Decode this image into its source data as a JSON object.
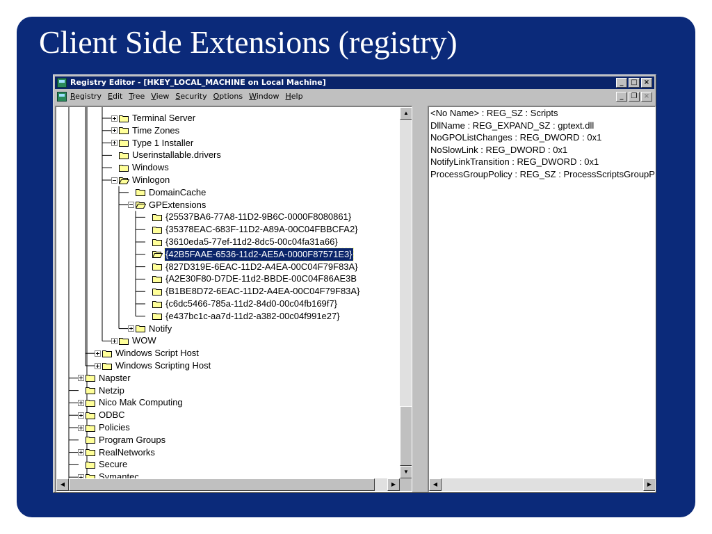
{
  "slide": {
    "title": "Client Side Extensions (registry)",
    "bg_color": "#0b2a7a"
  },
  "window": {
    "title": "Registry Editor - [HKEY_LOCAL_MACHINE on Local Machine]",
    "titlebar_color": "#0a246a",
    "app_icon": "registry-editor-icon",
    "caption_buttons": {
      "minimize": "_",
      "maximize": "□",
      "close": "×"
    },
    "child_caption_buttons": {
      "minimize": "_",
      "restore": "❐",
      "close": "×"
    }
  },
  "menu": {
    "items": [
      {
        "u": "R",
        "rest": "egistry"
      },
      {
        "u": "E",
        "rest": "dit"
      },
      {
        "u": "T",
        "rest": "ree"
      },
      {
        "u": "V",
        "rest": "iew"
      },
      {
        "u": "S",
        "rest": "ecurity"
      },
      {
        "u": "O",
        "rest": "ptions"
      },
      {
        "u": "W",
        "rest": "indow"
      },
      {
        "u": "H",
        "rest": "elp"
      }
    ]
  },
  "tree": {
    "nodes": [
      {
        "label": "Terminal Server",
        "level": 3,
        "expander": "plus"
      },
      {
        "label": "Time Zones",
        "level": 3,
        "expander": "plus"
      },
      {
        "label": "Type 1 Installer",
        "level": 3,
        "expander": "plus"
      },
      {
        "label": "Userinstallable.drivers",
        "level": 3,
        "expander": "none"
      },
      {
        "label": "Windows",
        "level": 3,
        "expander": "none"
      },
      {
        "label": "Winlogon",
        "level": 3,
        "expander": "minus"
      },
      {
        "label": "DomainCache",
        "level": 4,
        "expander": "none"
      },
      {
        "label": "GPExtensions",
        "level": 4,
        "expander": "minus"
      },
      {
        "label": "{25537BA6-77A8-11D2-9B6C-0000F8080861}",
        "level": 5,
        "expander": "none"
      },
      {
        "label": "{35378EAC-683F-11D2-A89A-00C04FBBCFA2}",
        "level": 5,
        "expander": "none"
      },
      {
        "label": "{3610eda5-77ef-11d2-8dc5-00c04fa31a66}",
        "level": 5,
        "expander": "none"
      },
      {
        "label": "{42B5FAAE-6536-11d2-AE5A-0000F87571E3}",
        "level": 5,
        "expander": "none",
        "selected": true,
        "open": true
      },
      {
        "label": "{827D319E-6EAC-11D2-A4EA-00C04F79F83A}",
        "level": 5,
        "expander": "none"
      },
      {
        "label": "{A2E30F80-D7DE-11d2-BBDE-00C04F86AE3B",
        "level": 5,
        "expander": "none"
      },
      {
        "label": "{B1BE8D72-6EAC-11D2-A4EA-00C04F79F83A}",
        "level": 5,
        "expander": "none"
      },
      {
        "label": "{c6dc5466-785a-11d2-84d0-00c04fb169f7}",
        "level": 5,
        "expander": "none"
      },
      {
        "label": "{e437bc1c-aa7d-11d2-a382-00c04f991e27}",
        "level": 5,
        "expander": "none"
      },
      {
        "label": "Notify",
        "level": 4,
        "expander": "plus"
      },
      {
        "label": "WOW",
        "level": 3,
        "expander": "plus"
      },
      {
        "label": "Windows Script Host",
        "level": 2,
        "expander": "plus"
      },
      {
        "label": "Windows Scripting Host",
        "level": 2,
        "expander": "plus"
      },
      {
        "label": "Napster",
        "level": 1,
        "expander": "plus"
      },
      {
        "label": "Netzip",
        "level": 1,
        "expander": "none"
      },
      {
        "label": "Nico Mak Computing",
        "level": 1,
        "expander": "plus"
      },
      {
        "label": "ODBC",
        "level": 1,
        "expander": "plus"
      },
      {
        "label": "Policies",
        "level": 1,
        "expander": "plus"
      },
      {
        "label": "Program Groups",
        "level": 1,
        "expander": "none"
      },
      {
        "label": "RealNetworks",
        "level": 1,
        "expander": "plus"
      },
      {
        "label": "Secure",
        "level": 1,
        "expander": "none"
      },
      {
        "label": "Symantec",
        "level": 1,
        "expander": "plus"
      }
    ]
  },
  "tree_scroll": {
    "up": "▲",
    "down": "▼",
    "left": "◀",
    "right": "▶"
  },
  "values": {
    "rows": [
      "<No Name> : REG_SZ : Scripts",
      "DllName : REG_EXPAND_SZ : gptext.dll",
      "NoGPOListChanges : REG_DWORD : 0x1",
      "NoSlowLink : REG_DWORD : 0x1",
      "NotifyLinkTransition : REG_DWORD : 0x1",
      "ProcessGroupPolicy : REG_SZ : ProcessScriptsGroupPolicy"
    ]
  },
  "values_scroll": {
    "left": "◀",
    "right": "▶"
  }
}
